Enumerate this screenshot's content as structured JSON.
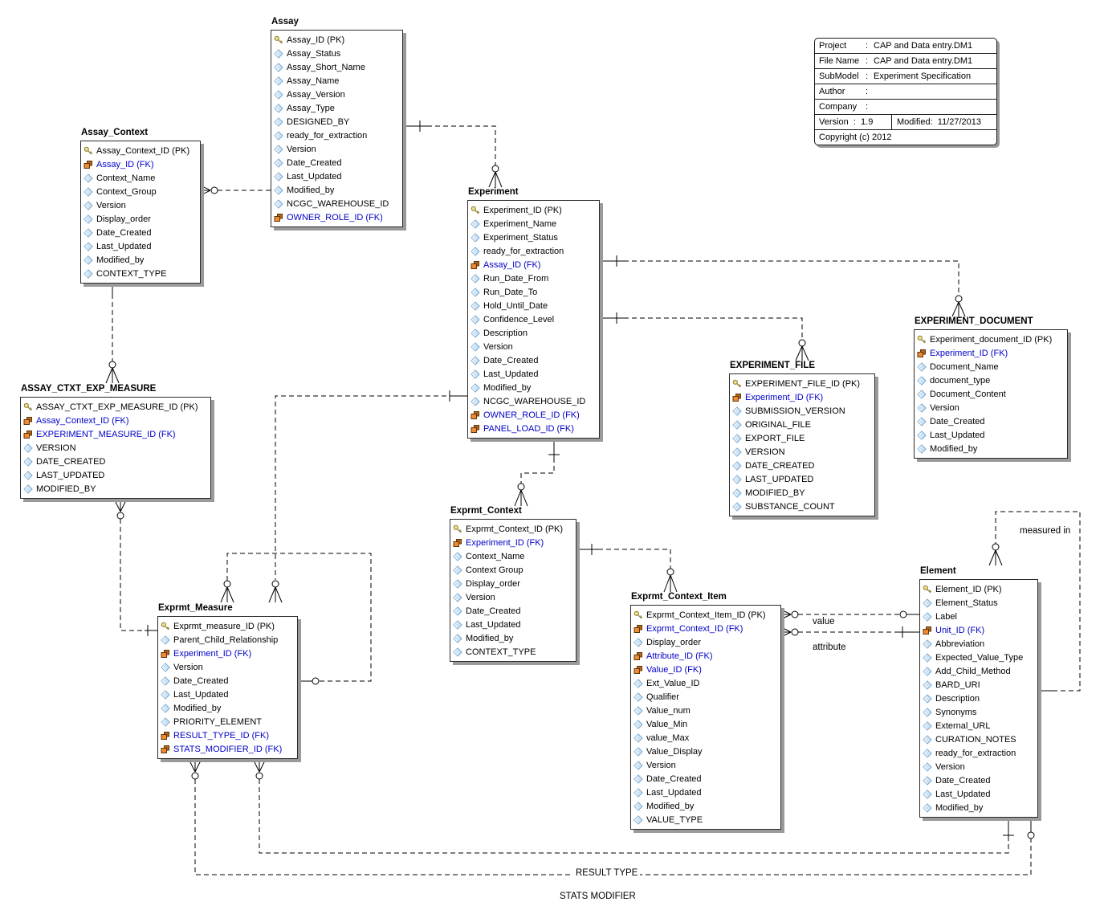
{
  "diagram": {
    "entities": [
      {
        "id": "assay",
        "title": "Assay",
        "attrs": [
          {
            "name": "Assay_ID (PK)",
            "icon": "pk"
          },
          {
            "name": "Assay_Status",
            "icon": "a"
          },
          {
            "name": "Assay_Short_Name",
            "icon": "a"
          },
          {
            "name": "Assay_Name",
            "icon": "a"
          },
          {
            "name": "Assay_Version",
            "icon": "a"
          },
          {
            "name": "Assay_Type",
            "icon": "a"
          },
          {
            "name": "DESIGNED_BY",
            "icon": "a"
          },
          {
            "name": "ready_for_extraction",
            "icon": "a"
          },
          {
            "name": "Version",
            "icon": "a"
          },
          {
            "name": "Date_Created",
            "icon": "a"
          },
          {
            "name": "Last_Updated",
            "icon": "a"
          },
          {
            "name": "Modified_by",
            "icon": "a"
          },
          {
            "name": "NCGC_WAREHOUSE_ID",
            "icon": "a"
          },
          {
            "name": "OWNER_ROLE_ID (FK)",
            "icon": "fk"
          }
        ]
      },
      {
        "id": "assay_context",
        "title": "Assay_Context",
        "attrs": [
          {
            "name": "Assay_Context_ID (PK)",
            "icon": "pk"
          },
          {
            "name": "Assay_ID (FK)",
            "icon": "fk"
          },
          {
            "name": "Context_Name",
            "icon": "a"
          },
          {
            "name": "Context_Group",
            "icon": "a"
          },
          {
            "name": "Version",
            "icon": "a"
          },
          {
            "name": "Display_order",
            "icon": "a"
          },
          {
            "name": "Date_Created",
            "icon": "a"
          },
          {
            "name": "Last_Updated",
            "icon": "a"
          },
          {
            "name": "Modified_by",
            "icon": "a"
          },
          {
            "name": "CONTEXT_TYPE",
            "icon": "a"
          }
        ]
      },
      {
        "id": "assay_ctxt_exp_measure",
        "title": "ASSAY_CTXT_EXP_MEASURE",
        "attrs": [
          {
            "name": "ASSAY_CTXT_EXP_MEASURE_ID (PK)",
            "icon": "pk"
          },
          {
            "name": "Assay_Context_ID (FK)",
            "icon": "fk"
          },
          {
            "name": "EXPERIMENT_MEASURE_ID (FK)",
            "icon": "fk"
          },
          {
            "name": "VERSION",
            "icon": "a"
          },
          {
            "name": "DATE_CREATED",
            "icon": "a"
          },
          {
            "name": "LAST_UPDATED",
            "icon": "a"
          },
          {
            "name": "MODIFIED_BY",
            "icon": "a"
          }
        ]
      },
      {
        "id": "experiment",
        "title": "Experiment",
        "attrs": [
          {
            "name": "Experiment_ID (PK)",
            "icon": "pk"
          },
          {
            "name": "Experiment_Name",
            "icon": "a"
          },
          {
            "name": "Experiment_Status",
            "icon": "a"
          },
          {
            "name": "ready_for_extraction",
            "icon": "a"
          },
          {
            "name": "Assay_ID (FK)",
            "icon": "fk"
          },
          {
            "name": "Run_Date_From",
            "icon": "a"
          },
          {
            "name": "Run_Date_To",
            "icon": "a"
          },
          {
            "name": "Hold_Until_Date",
            "icon": "a"
          },
          {
            "name": "Confidence_Level",
            "icon": "a"
          },
          {
            "name": "Description",
            "icon": "a"
          },
          {
            "name": "Version",
            "icon": "a"
          },
          {
            "name": "Date_Created",
            "icon": "a"
          },
          {
            "name": "Last_Updated",
            "icon": "a"
          },
          {
            "name": "Modified_by",
            "icon": "a"
          },
          {
            "name": "NCGC_WAREHOUSE_ID",
            "icon": "a"
          },
          {
            "name": "OWNER_ROLE_ID (FK)",
            "icon": "fk"
          },
          {
            "name": "PANEL_LOAD_ID (FK)",
            "icon": "fk"
          }
        ]
      },
      {
        "id": "experiment_file",
        "title": "EXPERIMENT_FILE",
        "attrs": [
          {
            "name": "EXPERIMENT_FILE_ID (PK)",
            "icon": "pk"
          },
          {
            "name": "Experiment_ID (FK)",
            "icon": "fk"
          },
          {
            "name": "SUBMISSION_VERSION",
            "icon": "a"
          },
          {
            "name": "ORIGINAL_FILE",
            "icon": "a"
          },
          {
            "name": "EXPORT_FILE",
            "icon": "a"
          },
          {
            "name": "VERSION",
            "icon": "a"
          },
          {
            "name": "DATE_CREATED",
            "icon": "a"
          },
          {
            "name": "LAST_UPDATED",
            "icon": "a"
          },
          {
            "name": "MODIFIED_BY",
            "icon": "a"
          },
          {
            "name": "SUBSTANCE_COUNT",
            "icon": "a"
          }
        ]
      },
      {
        "id": "experiment_document",
        "title": "EXPERIMENT_DOCUMENT",
        "attrs": [
          {
            "name": "Experiment_document_ID (PK)",
            "icon": "pk"
          },
          {
            "name": "Experiment_ID (FK)",
            "icon": "fk"
          },
          {
            "name": "Document_Name",
            "icon": "a"
          },
          {
            "name": "document_type",
            "icon": "a"
          },
          {
            "name": "Document_Content",
            "icon": "a"
          },
          {
            "name": "Version",
            "icon": "a"
          },
          {
            "name": "Date_Created",
            "icon": "a"
          },
          {
            "name": "Last_Updated",
            "icon": "a"
          },
          {
            "name": "Modified_by",
            "icon": "a"
          }
        ]
      },
      {
        "id": "exprmt_context",
        "title": "Exprmt_Context",
        "attrs": [
          {
            "name": "Exprmt_Context_ID (PK)",
            "icon": "pk"
          },
          {
            "name": "Experiment_ID (FK)",
            "icon": "fk"
          },
          {
            "name": "Context_Name",
            "icon": "a"
          },
          {
            "name": "Context Group",
            "icon": "a"
          },
          {
            "name": "Display_order",
            "icon": "a"
          },
          {
            "name": "Version",
            "icon": "a"
          },
          {
            "name": "Date_Created",
            "icon": "a"
          },
          {
            "name": "Last_Updated",
            "icon": "a"
          },
          {
            "name": "Modified_by",
            "icon": "a"
          },
          {
            "name": "CONTEXT_TYPE",
            "icon": "a"
          }
        ]
      },
      {
        "id": "exprmt_measure",
        "title": "Exprmt_Measure",
        "attrs": [
          {
            "name": "Exprmt_measure_ID (PK)",
            "icon": "pk"
          },
          {
            "name": "Parent_Child_Relationship",
            "icon": "a"
          },
          {
            "name": "Experiment_ID (FK)",
            "icon": "fk"
          },
          {
            "name": "Version",
            "icon": "a"
          },
          {
            "name": "Date_Created",
            "icon": "a"
          },
          {
            "name": "Last_Updated",
            "icon": "a"
          },
          {
            "name": "Modified_by",
            "icon": "a"
          },
          {
            "name": "PRIORITY_ELEMENT",
            "icon": "a"
          },
          {
            "name": "RESULT_TYPE_ID (FK)",
            "icon": "fk"
          },
          {
            "name": "STATS_MODIFIER_ID (FK)",
            "icon": "fk"
          }
        ]
      },
      {
        "id": "exprmt_context_item",
        "title": "Exprmt_Context_Item",
        "attrs": [
          {
            "name": "Exprmt_Context_Item_ID (PK)",
            "icon": "pk"
          },
          {
            "name": "Exprmt_Context_ID (FK)",
            "icon": "fk"
          },
          {
            "name": "Display_order",
            "icon": "a"
          },
          {
            "name": "Attribute_ID (FK)",
            "icon": "fk"
          },
          {
            "name": "Value_ID (FK)",
            "icon": "fk"
          },
          {
            "name": "Ext_Value_ID",
            "icon": "a"
          },
          {
            "name": "Qualifier",
            "icon": "a"
          },
          {
            "name": "Value_num",
            "icon": "a"
          },
          {
            "name": "Value_Min",
            "icon": "a"
          },
          {
            "name": "value_Max",
            "icon": "a"
          },
          {
            "name": "Value_Display",
            "icon": "a"
          },
          {
            "name": "Version",
            "icon": "a"
          },
          {
            "name": "Date_Created",
            "icon": "a"
          },
          {
            "name": "Last_Updated",
            "icon": "a"
          },
          {
            "name": "Modified_by",
            "icon": "a"
          },
          {
            "name": "VALUE_TYPE",
            "icon": "a"
          }
        ]
      },
      {
        "id": "element",
        "title": "Element",
        "attrs": [
          {
            "name": "Element_ID (PK)",
            "icon": "pk"
          },
          {
            "name": "Element_Status",
            "icon": "a"
          },
          {
            "name": "Label",
            "icon": "a"
          },
          {
            "name": "Unit_ID (FK)",
            "icon": "fk"
          },
          {
            "name": "Abbreviation",
            "icon": "a"
          },
          {
            "name": "Expected_Value_Type",
            "icon": "a"
          },
          {
            "name": "Add_Child_Method",
            "icon": "a"
          },
          {
            "name": "BARD_URI",
            "icon": "a"
          },
          {
            "name": "Description",
            "icon": "a"
          },
          {
            "name": "Synonyms",
            "icon": "a"
          },
          {
            "name": "External_URL",
            "icon": "a"
          },
          {
            "name": "CURATION_NOTES",
            "icon": "a"
          },
          {
            "name": "ready_for_extraction",
            "icon": "a"
          },
          {
            "name": "Version",
            "icon": "a"
          },
          {
            "name": "Date_Created",
            "icon": "a"
          },
          {
            "name": "Last_Updated",
            "icon": "a"
          },
          {
            "name": "Modified_by",
            "icon": "a"
          }
        ]
      }
    ],
    "labels": {
      "value": "value",
      "attribute": "attribute",
      "measured_in": "measured in",
      "result_type": "RESULT TYPE",
      "stats_modifier": "STATS MODIFIER"
    }
  },
  "info": {
    "rows": [
      {
        "label": "Project",
        "colon": ":",
        "value": "CAP and Data entry.DM1"
      },
      {
        "label": "File Name",
        "colon": ":",
        "value": "CAP and Data entry.DM1"
      },
      {
        "label": "SubModel",
        "colon": ":",
        "value": "Experiment Specification"
      },
      {
        "label": "Author",
        "colon": ":",
        "value": ""
      },
      {
        "label": "Company",
        "colon": ":",
        "value": ""
      }
    ],
    "version_label": "Version",
    "version_colon": ":",
    "version_value": "1.9",
    "modified_label": "Modified:",
    "modified_value": "11/27/2013",
    "copyright": "Copyright (c) 2012"
  }
}
